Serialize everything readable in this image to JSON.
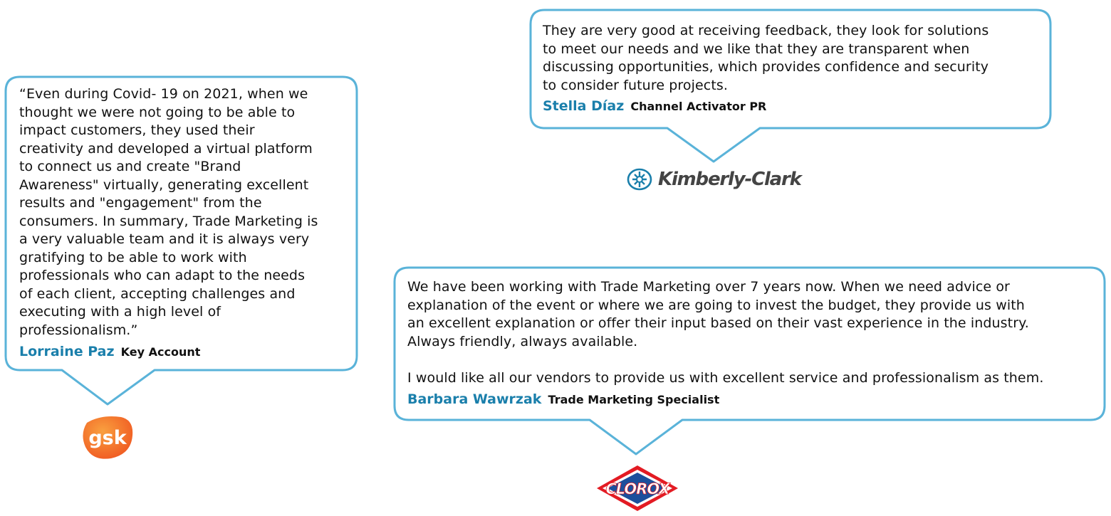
{
  "testimonials": [
    {
      "id": "kimberly-clark",
      "quote": "They are very good at receiving feedback, they look for solutions\nto meet our needs and we like that they are transparent when\ndiscussing opportunities, which provides confidence and security\nto consider future projects.",
      "name": "Stella Díaz",
      "role": "Channel Activator PR",
      "logo_text": "Kimberly-Clark"
    },
    {
      "id": "gsk",
      "quote": "“Even  during Covid- 19 on 2021, when we\nthought we were not going to be able to\nimpact customers, they used their\ncreativity and developed a virtual platform\nto connect us and create \"Brand\nAwareness\" virtually, generating excellent\nresults and \"engagement\" from the\nconsumers. In summary, Trade Marketing is\na very valuable team and it is always very\ngratifying to be able to work with\nprofessionals who can adapt to the needs\nof each client, accepting challenges and\nexecuting with a high level of\nprofessionalism.”",
      "name": "Lorraine Paz",
      "role": "Key Account",
      "logo_text": "gsk"
    },
    {
      "id": "clorox",
      "quote": "We  have been working with Trade Marketing over 7 years now. When we need advice or\nexplanation of the event or where we are going to invest the budget, they provide us with\nan excellent explanation or offer their input based on their vast experience in the industry.\nAlways friendly, always available.\n\nI would like all our vendors to provide us with excellent service and professionalism as them.",
      "name": "Barbara Wawrzak",
      "role": "Trade Marketing Specialist",
      "logo_text": "CLOROX"
    }
  ],
  "colors": {
    "bubble_border": "#5ab3d9",
    "name_blue": "#1a7fab",
    "gsk_orange": "#f36e21",
    "clorox_blue": "#1b4f9c",
    "clorox_red": "#e31b23"
  }
}
